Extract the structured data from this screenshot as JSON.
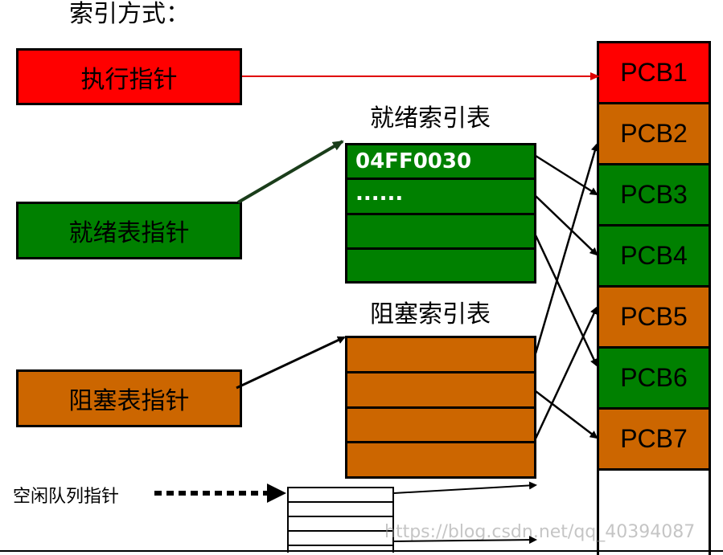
{
  "title": "索引方式：",
  "pointers": {
    "exec": "执行指针",
    "ready": "就绪表指针",
    "blocked": "阻塞表指针",
    "free": "空闲队列指针"
  },
  "ready_table": {
    "label": "就绪索引表",
    "rows": [
      "04FF0030",
      "......",
      "",
      ""
    ]
  },
  "blocked_table": {
    "label": "阻塞索引表",
    "rows": [
      "",
      "",
      "",
      ""
    ]
  },
  "pcbs": [
    {
      "label": "PCB1",
      "color": "#ff0000"
    },
    {
      "label": "PCB2",
      "color": "#cc6600"
    },
    {
      "label": "PCB3",
      "color": "#008000"
    },
    {
      "label": "PCB4",
      "color": "#008000"
    },
    {
      "label": "PCB5",
      "color": "#cc6600"
    },
    {
      "label": "PCB6",
      "color": "#008000"
    },
    {
      "label": "PCB7",
      "color": "#cc6600"
    }
  ],
  "colors": {
    "exec": "#ff0000",
    "ready": "#008000",
    "blocked": "#cc6600"
  },
  "watermark": "https://blog.csdn.net/qq_40394087"
}
